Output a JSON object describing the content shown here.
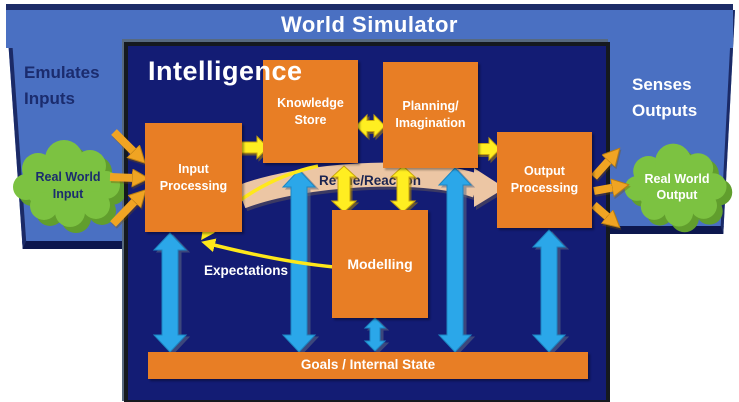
{
  "title": "World Simulator",
  "frame": {
    "left_caption": "Emulates Inputs",
    "right_caption": "Senses Outputs"
  },
  "intelligence": {
    "heading": "Intelligence",
    "boxes": {
      "input_processing": "Input Processing",
      "knowledge_store": "Knowledge Store",
      "planning_imagination": "Planning/ Imagination",
      "output_processing": "Output Processing",
      "modelling": "Modelling",
      "goals": "Goals / Internal State"
    },
    "annotations": {
      "refine_reaction": "Refine/Reaction",
      "expectations": "Expectations"
    }
  },
  "clouds": {
    "input": "Real World Input",
    "output": "Real World Output"
  },
  "colors": {
    "frame_blue": "#4a70c2",
    "inner_navy": "#131c74",
    "box_orange": "#e87e25",
    "cloud_green": "#7cc241",
    "cloud_green_shadow": "#619e2d",
    "arrow_yellow": "#ffee21",
    "arrow_gold": "#f0a423",
    "arrow_blue": "#2ba7e9",
    "band_peach": "#ecc6a4"
  }
}
